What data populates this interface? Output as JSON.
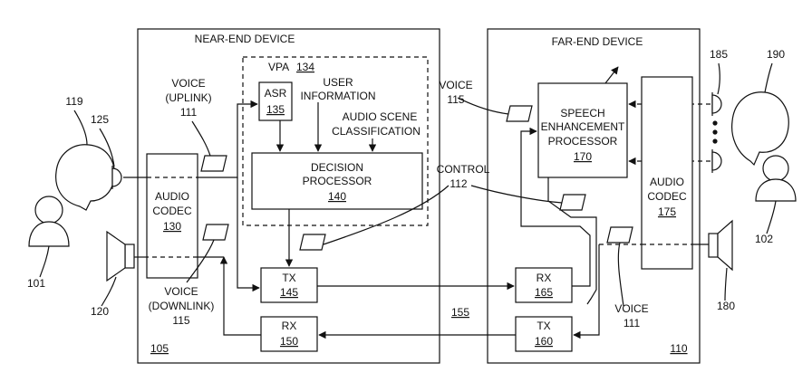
{
  "near_end": {
    "title": "NEAR-END DEVICE",
    "ref": "105"
  },
  "far_end": {
    "title": "FAR-END DEVICE",
    "ref": "110"
  },
  "vpa": {
    "label": "VPA",
    "ref": "134"
  },
  "asr": {
    "label": "ASR",
    "ref": "135"
  },
  "user_info": {
    "line1": "USER",
    "line2": "INFORMATION"
  },
  "audio_scene": {
    "line1": "AUDIO SCENE",
    "line2": "CLASSIFICATION"
  },
  "decision": {
    "line1": "DECISION",
    "line2": "PROCESSOR",
    "ref": "140"
  },
  "codec_near": {
    "line1": "AUDIO",
    "line2": "CODEC",
    "ref": "130"
  },
  "codec_far": {
    "line1": "AUDIO",
    "line2": "CODEC",
    "ref": "175"
  },
  "tx_near": {
    "label": "TX",
    "ref": "145"
  },
  "rx_near": {
    "label": "RX",
    "ref": "150"
  },
  "rx_far": {
    "label": "RX",
    "ref": "165"
  },
  "tx_far": {
    "label": "TX",
    "ref": "160"
  },
  "speech": {
    "line1": "SPEECH",
    "line2": "ENHANCEMENT",
    "line3": "PROCESSOR",
    "ref": "170"
  },
  "voice_uplink": {
    "line1": "VOICE",
    "line2": "(UPLINK)",
    "ref": "111"
  },
  "voice_downlink": {
    "line1": "VOICE",
    "line2": "(DOWNLINK)",
    "ref": "115"
  },
  "voice_far_top": {
    "label": "VOICE",
    "ref": "115"
  },
  "voice_far_bottom": {
    "label": "VOICE",
    "ref": "111"
  },
  "control": {
    "label": "CONTROL",
    "ref": "112"
  },
  "refs": {
    "r119": "119",
    "r125": "125",
    "r101": "101",
    "r120": "120",
    "r155": "155",
    "r185": "185",
    "r190": "190",
    "r102": "102",
    "r180": "180"
  }
}
